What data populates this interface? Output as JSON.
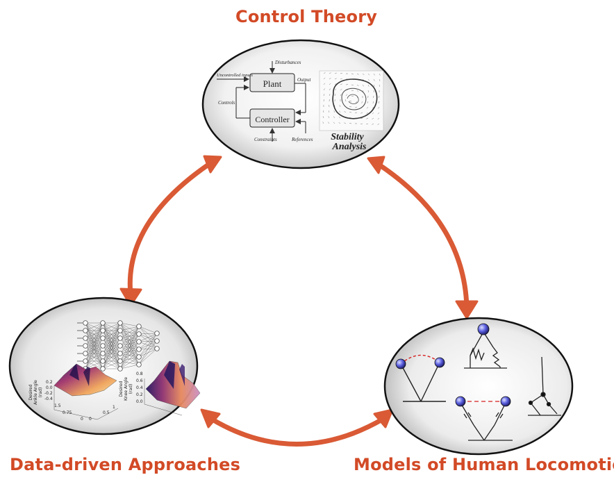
{
  "labels": {
    "top": "Control Theory",
    "bottom_left": "Data-driven Approaches",
    "bottom_right": "Models of Human Locomotion"
  },
  "control_block": {
    "plant": "Plant",
    "controller": "Controller",
    "disturbances": "Disturbances",
    "uncontrolled_inputs": "Uncontrolled inputs",
    "output": "Output",
    "controls": "Controls",
    "constraints": "Constraints",
    "references": "References",
    "stability_line1": "Stability",
    "stability_line2": "Analysis"
  },
  "surface_plots": {
    "left": {
      "zlabel": [
        "Desired",
        "Ankle Angle",
        "(rad)"
      ],
      "zticks": [
        "0.2",
        "0.0",
        "-0.2",
        "-0.4"
      ],
      "xticks": [
        "1.5",
        "0.75",
        "0",
        "0",
        "0.5",
        "1"
      ]
    },
    "right": {
      "zlabel": [
        "Desired",
        "Knee Angle",
        "(rad)"
      ],
      "zticks": [
        "0.8",
        "0.6",
        "0.4",
        "0.2",
        "0.0"
      ]
    }
  },
  "colors": {
    "accent": "#d24a26",
    "arrow": "#d95a35",
    "ellipse_border": "#111111"
  }
}
